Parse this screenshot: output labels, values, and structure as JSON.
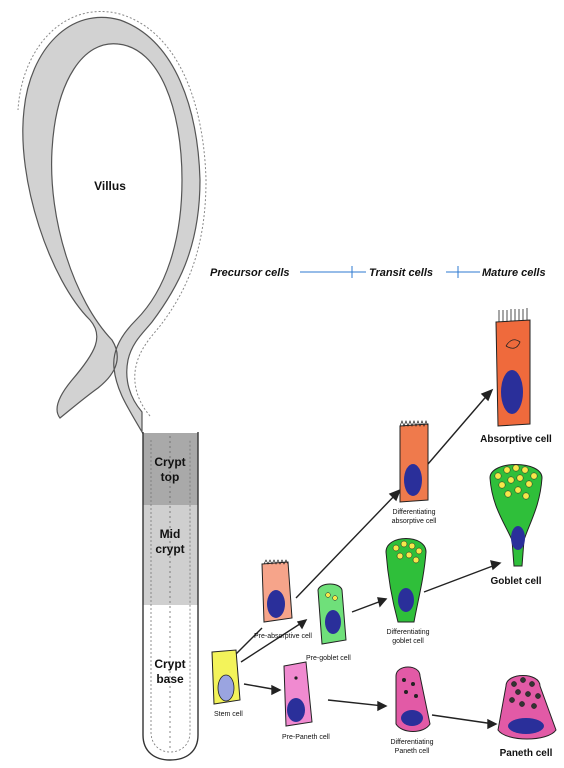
{
  "villus_label": "Villus",
  "header": {
    "precursor": "Precursor cells",
    "transit": "Transit cells",
    "mature": "Mature cells"
  },
  "zones": {
    "crypt_top": [
      "Crypt",
      "top"
    ],
    "mid_crypt": [
      "Mid",
      "crypt"
    ],
    "crypt_base": [
      "Crypt",
      "base"
    ]
  },
  "cells": {
    "stem": "Stem cell",
    "pre_absorptive": "Pre-absorptive cell",
    "pre_goblet": "Pre-goblet cell",
    "pre_paneth": "Pre-Paneth cell",
    "diff_absorptive": [
      "Differentiating",
      "absorptive cell"
    ],
    "diff_goblet": [
      "Differentiating",
      "goblet cell"
    ],
    "diff_paneth": [
      "Differentiating",
      "Paneth cell"
    ],
    "absorptive": "Absorptive cell",
    "goblet": "Goblet cell",
    "paneth": "Paneth cell"
  },
  "colors": {
    "villus_fill": "#d2d2d2",
    "crypt_top": "#a9a9a9",
    "mid_crypt": "#cfcfcf",
    "crypt_base": "#ffffff",
    "nucleus": "#2a2f9a",
    "absorptive": "#ef6a3c",
    "pre_absorptive": "#f6a48a",
    "goblet": "#2fbf3a",
    "pre_goblet": "#6fe07a",
    "granule": "#f6e84a",
    "paneth": "#e25aa6",
    "pre_paneth": "#f08ad0",
    "stem": "#f3f35a"
  }
}
